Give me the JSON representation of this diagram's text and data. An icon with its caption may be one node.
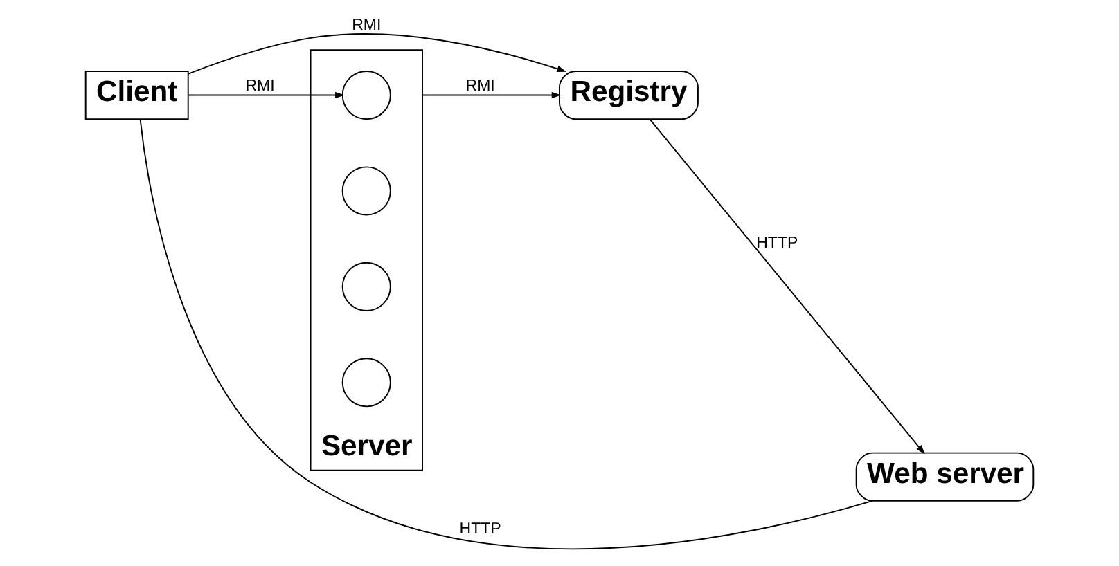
{
  "diagram": {
    "nodes": [
      {
        "text": [
          "Client"
        ]
      },
      {
        "text": [
          "Registry"
        ]
      },
      {
        "text": [
          "Server"
        ]
      },
      {
        "text": [],
        "shape": "circle",
        "in": 2
      },
      {
        "text": [],
        "shape": "circle",
        "in": 2
      },
      {
        "text": [],
        "shape": "circle",
        "in": 2
      },
      {
        "text": [],
        "shape": "circle",
        "in": 2
      },
      {
        "text": [
          "Web server"
        ]
      }
    ],
    "edges": [
      {
        "from": 0,
        "to": 1,
        "arrow": "to",
        "label": "RMI"
      },
      {
        "from": 0,
        "to": 3,
        "arrow": "to",
        "label": "RMI"
      },
      {
        "from": 0,
        "to": 7,
        "arrow": "none",
        "label": "HTTP"
      },
      {
        "from": 2,
        "to": 1,
        "arrow": "to",
        "label": "RMI"
      },
      {
        "from": 1,
        "to": 7,
        "arrow": "to",
        "label": "HTTP"
      }
    ]
  }
}
